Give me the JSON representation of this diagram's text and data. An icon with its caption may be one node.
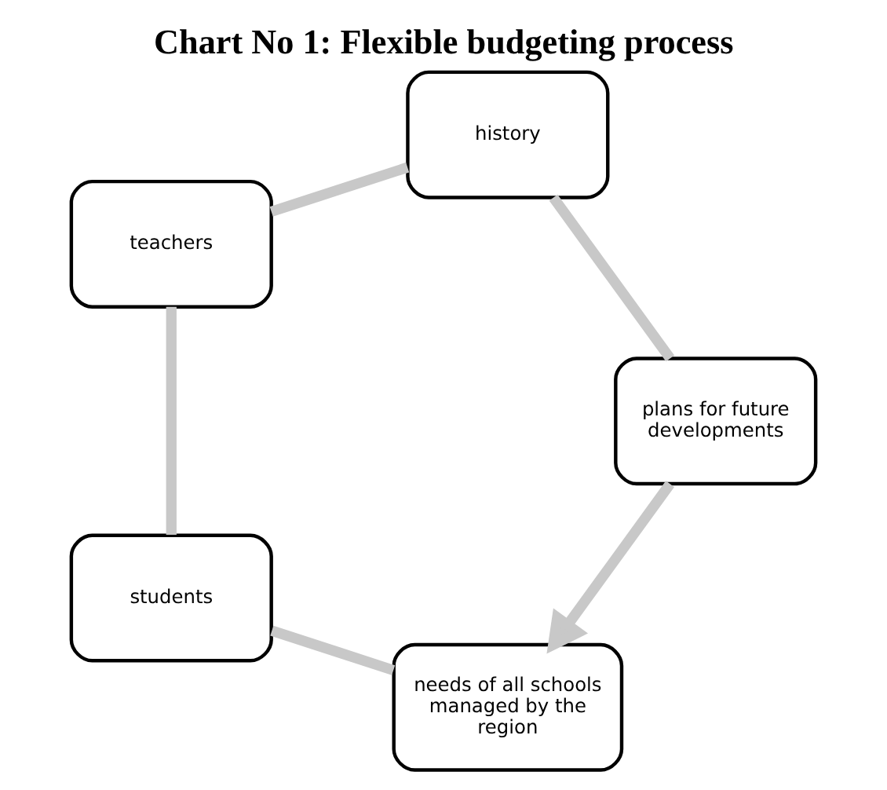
{
  "diagram": {
    "title": "Chart No 1: Flexible budgeting process",
    "nodes": [
      {
        "text": [
          "needs of all schools managed by the region"
        ]
      },
      {
        "text": [
          "students"
        ]
      },
      {
        "text": [
          "teachers"
        ]
      },
      {
        "text": [
          "history"
        ]
      },
      {
        "text": [
          "plans for future developments"
        ]
      }
    ],
    "edges": [
      {
        "from": 0,
        "to": 1,
        "arrow": "none"
      },
      {
        "from": 1,
        "to": 2,
        "arrow": "none"
      },
      {
        "from": 2,
        "to": 3,
        "arrow": "none"
      },
      {
        "from": 3,
        "to": 4,
        "arrow": "none"
      },
      {
        "from": 4,
        "to": 0,
        "arrow": "to"
      }
    ]
  }
}
